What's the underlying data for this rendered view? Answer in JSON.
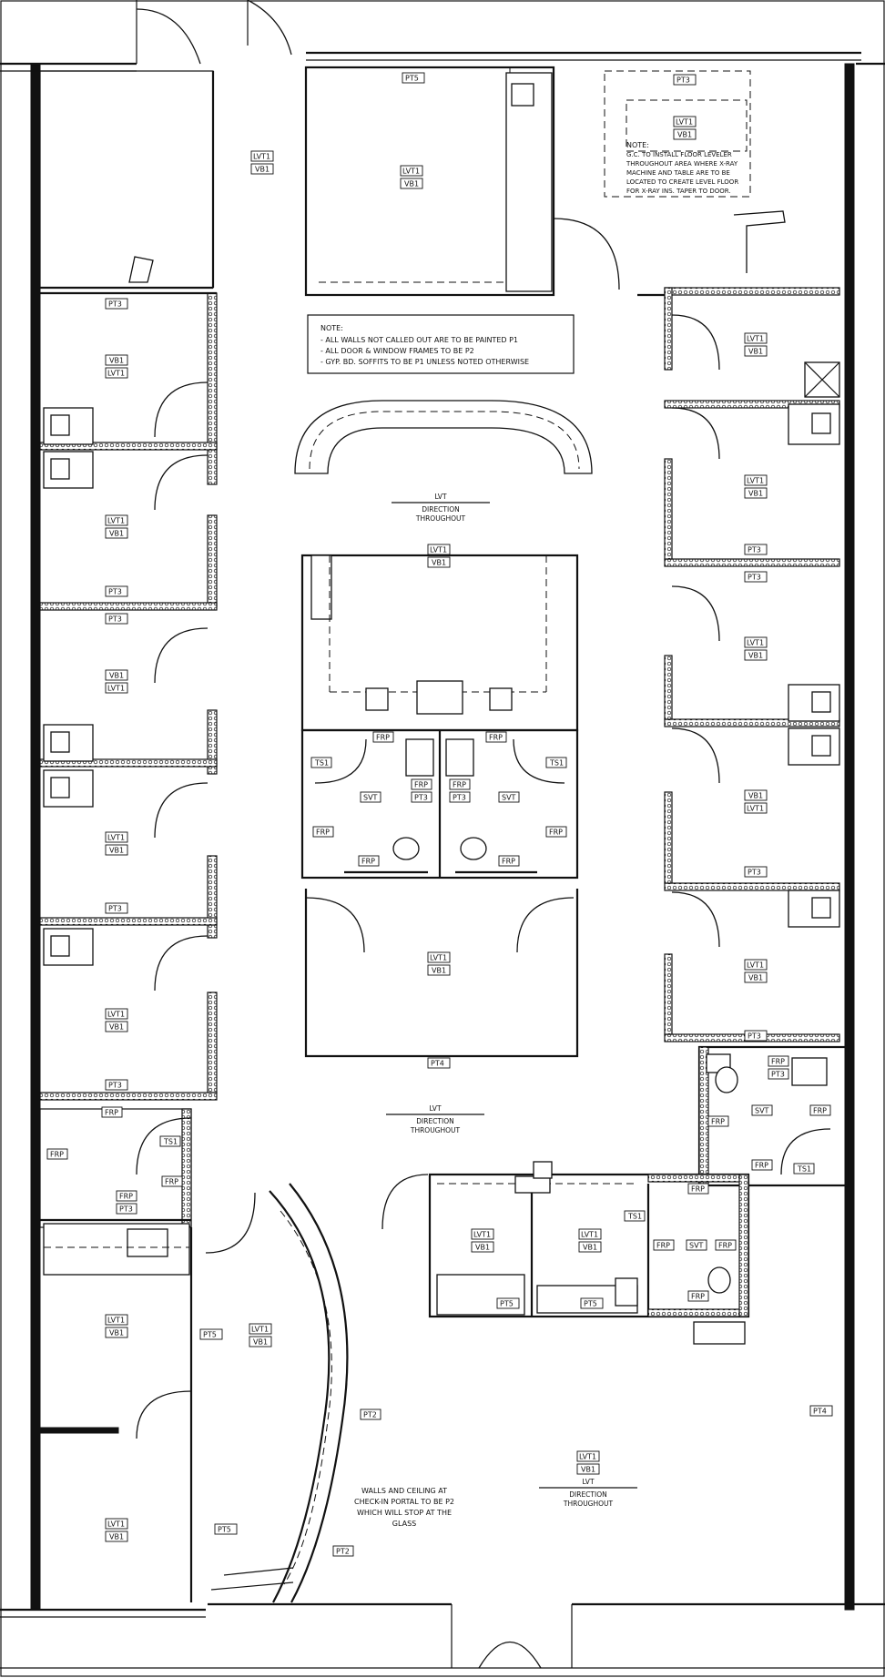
{
  "notes": {
    "general": {
      "title": "NOTE:",
      "lines": [
        "- ALL WALLS NOT CALLED OUT ARE TO BE PAINTED P1",
        "- ALL DOOR & WINDOW FRAMES TO BE P2",
        "- GYP. BD. SOFFITS TO BE P1 UNLESS NOTED OTHERWISE"
      ]
    },
    "xray": {
      "title": "NOTE:",
      "lines": [
        "G.C. TO INSTALL FLOOR LEVELER",
        "THROUGHOUT AREA WHERE X-RAY",
        "MACHINE AND TABLE ARE TO BE",
        "LOCATED TO CREATE LEVEL FLOOR",
        "FOR X-RAY INS.  TAPER TO DOOR."
      ]
    },
    "portal": {
      "lines": [
        "WALLS AND CEILING AT",
        "CHECK-IN PORTAL TO BE P2",
        "WHICH WILL STOP AT THE",
        "GLASS"
      ]
    }
  },
  "direction_notes": [
    {
      "id": "d1",
      "top": "LVT",
      "l1": "DIRECTION",
      "l2": "THROUGHOUT"
    },
    {
      "id": "d2",
      "top": "LVT",
      "l1": "DIRECTION",
      "l2": "THROUGHOUT"
    },
    {
      "id": "d3",
      "top": "LVT",
      "l1": "DIRECTION",
      "l2": "THROUGHOUT"
    }
  ],
  "tags": {
    "lvt1": "LVT1",
    "vb1": "VB1",
    "pt3": "PT3",
    "pt4": "PT4",
    "pt5": "PT5",
    "pt2": "PT2",
    "frp": "FRP",
    "svt": "SVT",
    "ts1": "TS1"
  },
  "colors": {
    "line": "#111111",
    "paper": "#ffffff"
  }
}
